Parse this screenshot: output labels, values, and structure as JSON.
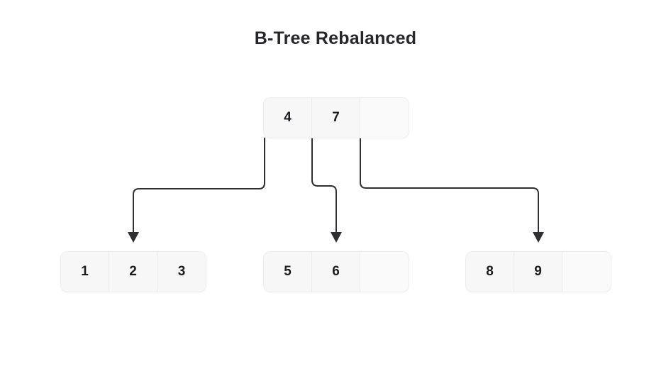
{
  "title": "B-Tree Rebalanced",
  "theme": {
    "background": "#ffffff",
    "title_color": "#26262b",
    "node_fill": "#f7f7f8",
    "node_border": "#ececee",
    "cell_divider": "#ebebed",
    "value_color": "#1d1d20",
    "edge_color": "#2f2f33"
  },
  "tree": {
    "order": 4,
    "cells_per_node": 3,
    "root": {
      "id": "root",
      "keys": [
        "4",
        "7"
      ],
      "cells": [
        "4",
        "7",
        ""
      ],
      "empty_slots": 1
    },
    "leaves": [
      {
        "id": "leaf-0",
        "keys": [
          "1",
          "2",
          "3"
        ],
        "cells": [
          "1",
          "2",
          "3"
        ],
        "empty_slots": 0
      },
      {
        "id": "leaf-1",
        "keys": [
          "5",
          "6"
        ],
        "cells": [
          "5",
          "6",
          ""
        ],
        "empty_slots": 1
      },
      {
        "id": "leaf-2",
        "keys": [
          "8",
          "9"
        ],
        "cells": [
          "8",
          "9",
          ""
        ],
        "empty_slots": 1
      }
    ],
    "edges": [
      {
        "id": "edge-root-leaf-0",
        "from": "root",
        "to": "leaf-0",
        "direction": "left"
      },
      {
        "id": "edge-root-leaf-1",
        "from": "root",
        "to": "leaf-1",
        "direction": "center"
      },
      {
        "id": "edge-root-leaf-2",
        "from": "root",
        "to": "leaf-2",
        "direction": "right"
      }
    ]
  }
}
